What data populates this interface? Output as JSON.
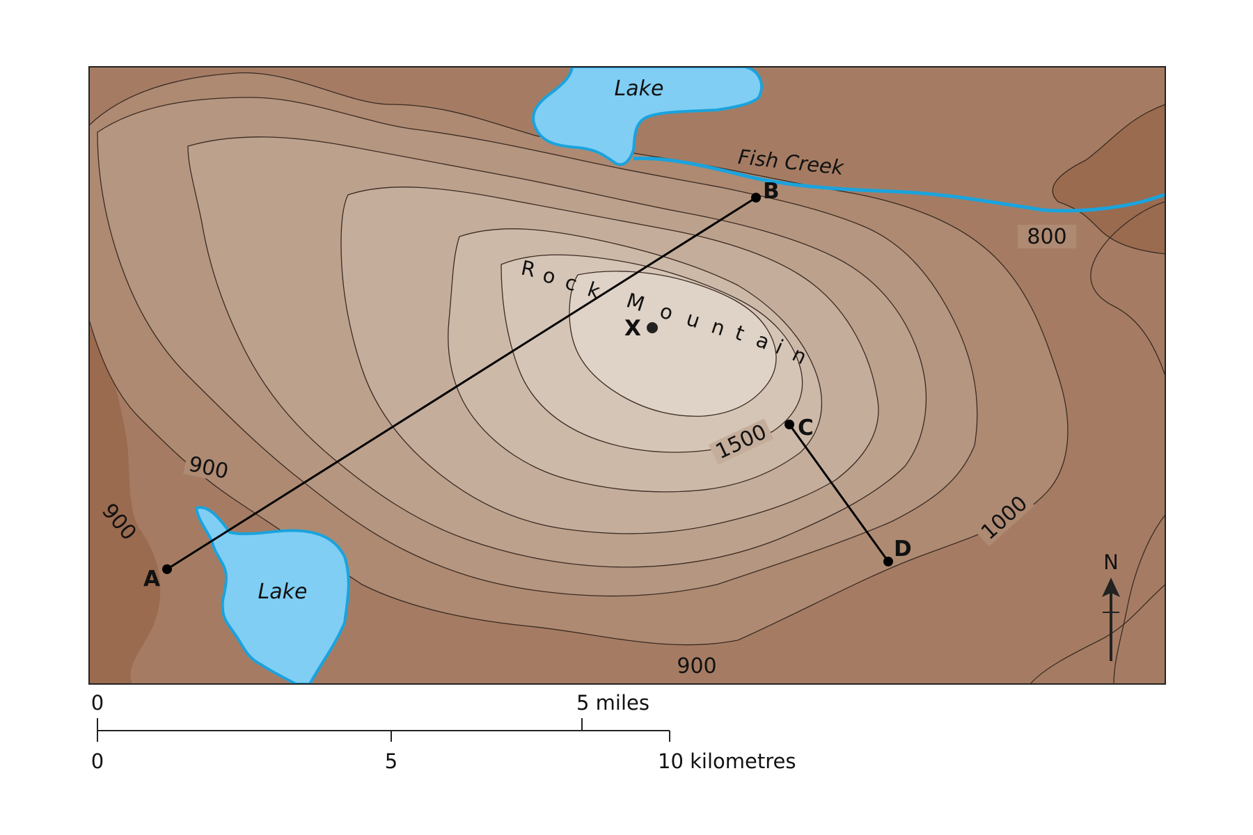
{
  "colors": {
    "frame": "#222222",
    "lake_fill": "#80cef4",
    "river": "#1aa3dd",
    "elev_low": "#9a6b4f",
    "elev_1": "#a57c63",
    "elev_2": "#ae8a72",
    "elev_3": "#b59680",
    "elev_4": "#bca18d",
    "elev_5": "#c4ad9b",
    "elev_6": "#cdb9a8",
    "elev_7": "#d5c5b6",
    "elev_summit": "#dfd2c6"
  },
  "water": {
    "north_lake": "Lake",
    "south_lake": "Lake",
    "river": "Fish Creek"
  },
  "landform": {
    "name_letters": [
      "R",
      "o",
      "c",
      "k",
      "M",
      "o",
      "u",
      "n",
      "t",
      "a",
      "i",
      "n"
    ]
  },
  "contour_labels": {
    "c800": "800",
    "c900_west": "900",
    "c900_sw": "900",
    "c900_south": "900",
    "c1000": "1000",
    "c1500": "1500"
  },
  "points": {
    "a": "A",
    "b": "B",
    "c": "C",
    "d": "D",
    "x": "X"
  },
  "compass": {
    "north": "N"
  },
  "scale": {
    "miles_zero": "0",
    "miles_five": "5 miles",
    "km_zero": "0",
    "km_five": "5",
    "km_ten": "10 kilometres"
  }
}
